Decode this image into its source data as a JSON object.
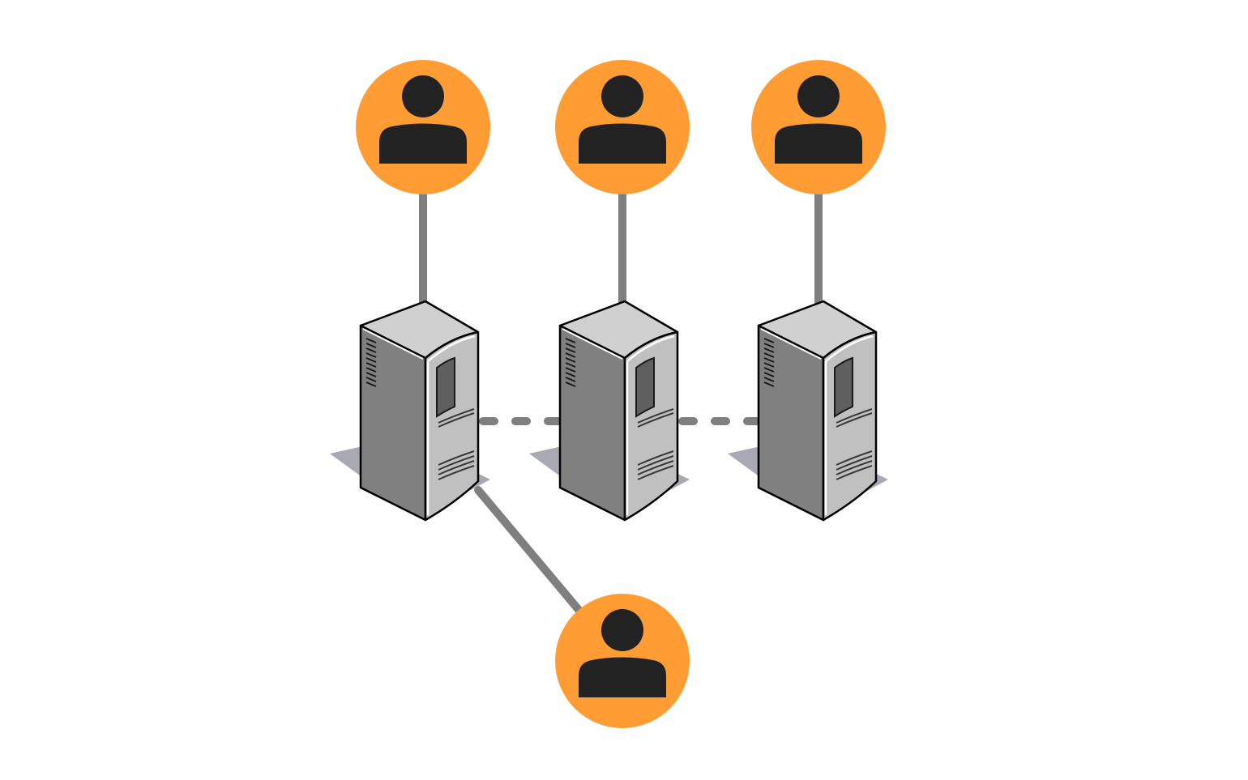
{
  "diagram": {
    "type": "network",
    "background_color": "#ffffff",
    "colors": {
      "user_circle": "#ff9c33",
      "user_figure": "#222222",
      "connector": "#7f7f7f",
      "server_front": "#c0c0c0",
      "server_side": "#808080",
      "server_top": "#d0d0d0",
      "shadow": "#9a9aa6"
    },
    "nodes": [
      {
        "id": "user-1",
        "kind": "user",
        "icon": "user-icon"
      },
      {
        "id": "user-2",
        "kind": "user",
        "icon": "user-icon"
      },
      {
        "id": "user-3",
        "kind": "user",
        "icon": "user-icon"
      },
      {
        "id": "user-4",
        "kind": "user",
        "icon": "user-icon"
      },
      {
        "id": "server-1",
        "kind": "server",
        "icon": "server-tower-icon"
      },
      {
        "id": "server-2",
        "kind": "server",
        "icon": "server-tower-icon"
      },
      {
        "id": "server-3",
        "kind": "server",
        "icon": "server-tower-icon"
      }
    ],
    "edges": [
      {
        "from": "user-1",
        "to": "server-1",
        "style": "solid"
      },
      {
        "from": "user-2",
        "to": "server-2",
        "style": "solid"
      },
      {
        "from": "user-3",
        "to": "server-3",
        "style": "solid"
      },
      {
        "from": "server-1",
        "to": "user-4",
        "style": "solid"
      },
      {
        "from": "server-1",
        "to": "server-2",
        "style": "dashed"
      },
      {
        "from": "server-2",
        "to": "server-3",
        "style": "dashed"
      }
    ]
  }
}
